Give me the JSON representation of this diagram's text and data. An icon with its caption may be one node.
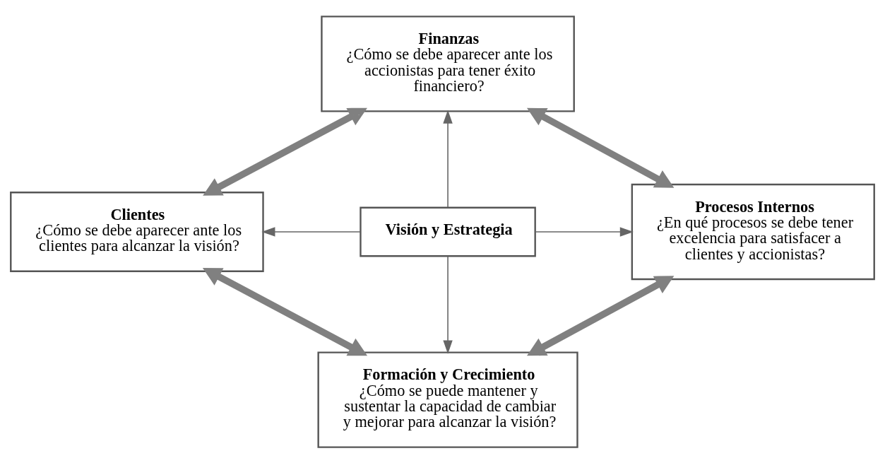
{
  "diagram": {
    "nodes": [
      {
        "text": [
          "Finanzas",
          "¿Cómo se debe aparecer ante los accionistas para tener éxito financiero?"
        ]
      },
      {
        "text": [
          "Clientes",
          "¿Cómo se debe aparecer ante los clientes para alcanzar la visión?"
        ]
      },
      {
        "text": [
          "Visión y Estrategia"
        ]
      },
      {
        "text": [
          "Procesos Internos",
          "¿En qué procesos se debe tener excelencia para satisfacer a clientes y accionistas?"
        ]
      },
      {
        "text": [
          "Formación y Crecimiento",
          "¿Cómo se puede mantener y sustentar la capacidad de cambiar y mejorar para alcanzar la visión?"
        ]
      }
    ],
    "edges": [
      {
        "from": 2,
        "to": 0,
        "arrow": "to"
      },
      {
        "from": 2,
        "to": 1,
        "arrow": "to"
      },
      {
        "from": 2,
        "to": 3,
        "arrow": "to"
      },
      {
        "from": 2,
        "to": 4,
        "arrow": "to"
      },
      {
        "from": 1,
        "to": 0,
        "arrow": "both",
        "style": "thick",
        "color": "#808080"
      },
      {
        "from": 0,
        "to": 3,
        "arrow": "both",
        "style": "thick",
        "color": "#808080"
      },
      {
        "from": 1,
        "to": 4,
        "arrow": "both",
        "style": "thick",
        "color": "#808080"
      },
      {
        "from": 4,
        "to": 3,
        "arrow": "both",
        "style": "thick",
        "color": "#808080"
      }
    ]
  }
}
